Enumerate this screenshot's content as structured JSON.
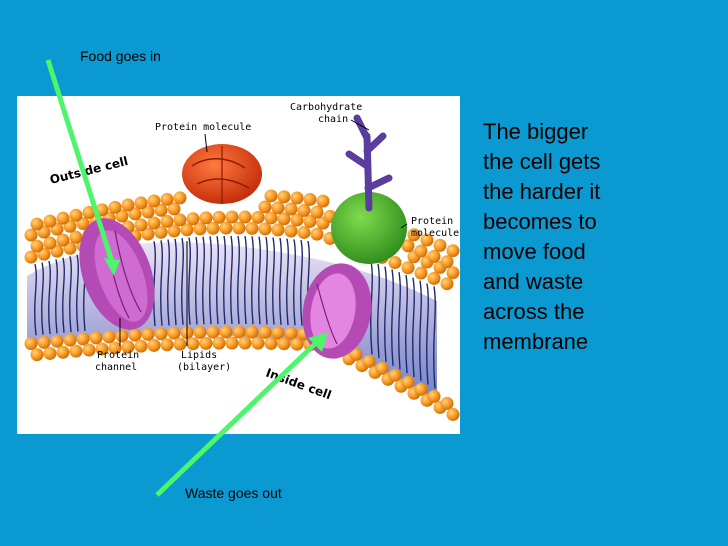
{
  "captions": {
    "food_in": "Food goes in",
    "waste_out": "Waste goes out"
  },
  "main_text": {
    "lines": [
      "The bigger",
      "the cell gets",
      "the harder it",
      "becomes to",
      "move food",
      "and waste",
      "across the",
      "membrane"
    ]
  },
  "diagram": {
    "labels": {
      "carbohydrate_line1": "Carbohydrate",
      "carbohydrate_line2": "chain",
      "protein_molecule_top": "Protein molecule",
      "protein_molecule_right_line1": "Protein",
      "protein_molecule_right_line2": "molecule",
      "outside_cell": "Outside cell",
      "inside_cell": "Inside cell",
      "protein_channel_line1": "Protein",
      "protein_channel_line2": "channel",
      "lipids_line1": "Lipids",
      "lipids_line2": "(bilayer)"
    }
  },
  "colors": {
    "background": "#0a9ad1",
    "arrow": "#4cf56a",
    "head": "#f7941d",
    "channel": "#c85ec9",
    "red_protein": "#e8410e",
    "green_protein": "#3fa323",
    "carbohydrate": "#5a3d9e"
  }
}
